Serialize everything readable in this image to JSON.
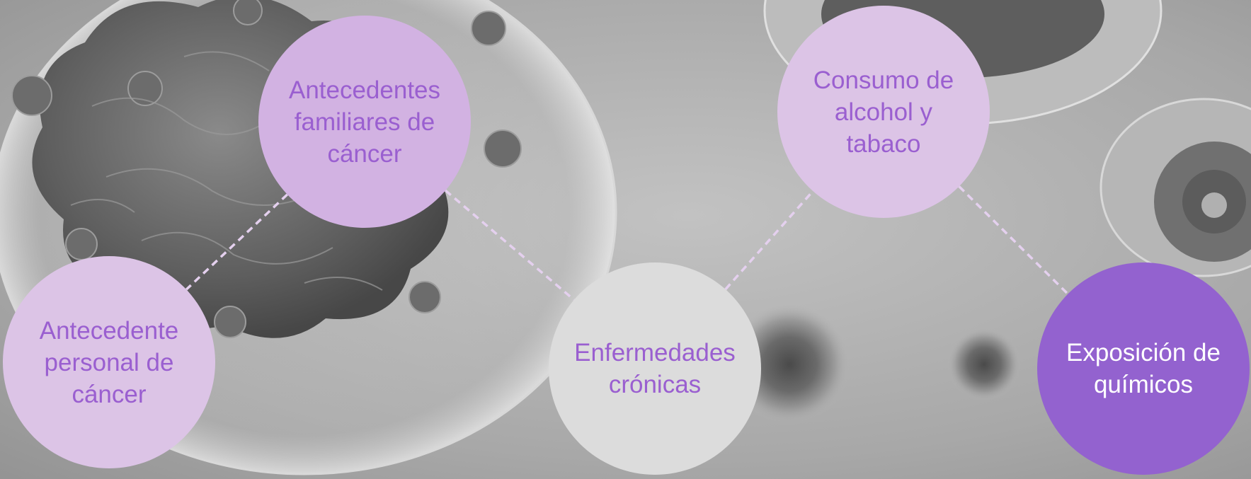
{
  "diagram": {
    "palette": {
      "light_purple": "#dcc4e6",
      "medium_purple": "#d2b2e2",
      "light_gray": "#dcdcdc",
      "dark_purple": "#9362cf",
      "text_purple": "#9a5fd0",
      "text_white": "#ffffff",
      "connector": "#e4d0ee"
    },
    "nodes": [
      {
        "id": "antecedentes-familiares",
        "label": "Antecedentes\nfamiliares de\ncáncer",
        "fill": "medium_purple",
        "text": "text_purple"
      },
      {
        "id": "antecedente-personal",
        "label": "Antecedente\npersonal de\ncáncer",
        "fill": "light_purple",
        "text": "text_purple"
      },
      {
        "id": "enfermedades-cronicas",
        "label": "Enfermedades\ncrónicas",
        "fill": "light_gray",
        "text": "text_purple"
      },
      {
        "id": "consumo-alcohol-tabaco",
        "label": "Consumo de\nalcohol y\ntabaco",
        "fill": "light_purple",
        "text": "text_purple"
      },
      {
        "id": "exposicion-quimicos",
        "label": "Exposición de\nquímicos",
        "fill": "dark_purple",
        "text": "text_white"
      }
    ],
    "connectors": [
      {
        "from": "antecedentes-familiares",
        "to": "antecedente-personal"
      },
      {
        "from": "antecedentes-familiares",
        "to": "enfermedades-cronicas"
      },
      {
        "from": "enfermedades-cronicas",
        "to": "consumo-alcohol-tabaco"
      },
      {
        "from": "consumo-alcohol-tabaco",
        "to": "exposicion-quimicos"
      }
    ]
  }
}
